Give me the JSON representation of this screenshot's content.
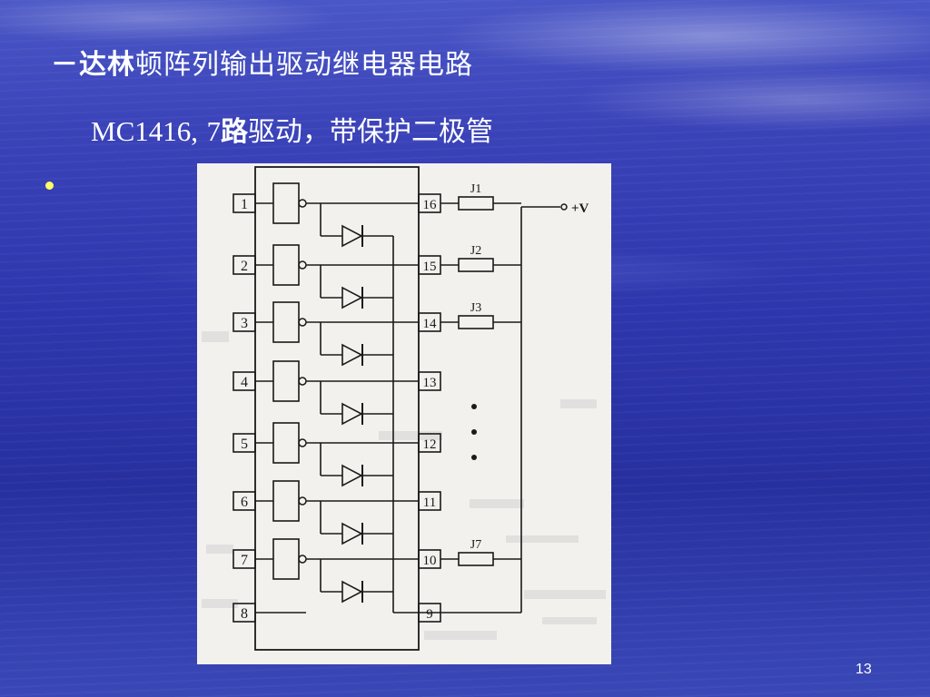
{
  "slide": {
    "title_bold": "－达林",
    "title_rest": "顿阵列输出驱动继电器电路",
    "subtitle_chip": "MC1416,",
    "subtitle_ways_num": "7",
    "subtitle_ways_bold": "路",
    "subtitle_rest": "驱动，带保护二极管",
    "page_number": "13",
    "bullet_color": "#ffff66"
  },
  "diagram": {
    "left_pins": [
      "1",
      "2",
      "3",
      "4",
      "5",
      "6",
      "7",
      "8"
    ],
    "right_pins": [
      "16",
      "15",
      "14",
      "13",
      "12",
      "11",
      "10",
      "9"
    ],
    "relays": [
      "J1",
      "J2",
      "J3",
      "J7"
    ],
    "supply_label": "+V"
  }
}
